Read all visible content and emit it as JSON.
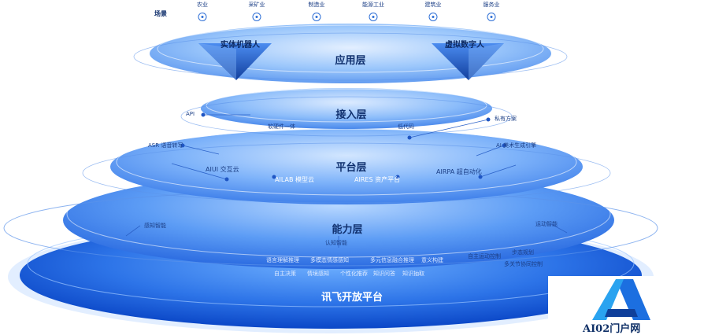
{
  "domain": "Diagram",
  "industries": {
    "label": "场景",
    "items": [
      "农业",
      "采矿业",
      "制造业",
      "能源工业",
      "建筑业",
      "服务业"
    ]
  },
  "layers": {
    "application": {
      "title": "应用层",
      "left_product": "实体机器人",
      "right_product": "虚拟数字人"
    },
    "access": {
      "title": "接入层",
      "items": [
        "API",
        "软硬件一体",
        "低代码",
        "私有方案"
      ]
    },
    "platform": {
      "title": "平台层",
      "items": [
        "AIUI 交互云",
        "AILAB 模型云",
        "AIRES 资产平台",
        "AIRPA 超自动化",
        "ASR 语音转写",
        "AI 美术生成引擎"
      ]
    },
    "capability": {
      "title": "能力层",
      "sub_title": "认知智能",
      "left_group": "感知智能",
      "right_group": "运动智能",
      "cognition_items": [
        "语言理解推理",
        "多模态情感感知",
        "多元信息融合推理",
        "意义构建",
        "知识抽取",
        "自主决策",
        "情境感知",
        "个性化推荐",
        "知识问答"
      ],
      "motion_items": [
        "自主运动控制",
        "步态规划",
        "多关节协同控制"
      ]
    },
    "base": {
      "title": "讯飞开放平台"
    }
  },
  "watermark": {
    "text": "AI02门户网"
  },
  "colors": {
    "layer_fill": "#4f8ef2",
    "layer_dark": "#1a5ad8",
    "title_text": "#10306e",
    "accent": "#2e6fd6"
  }
}
